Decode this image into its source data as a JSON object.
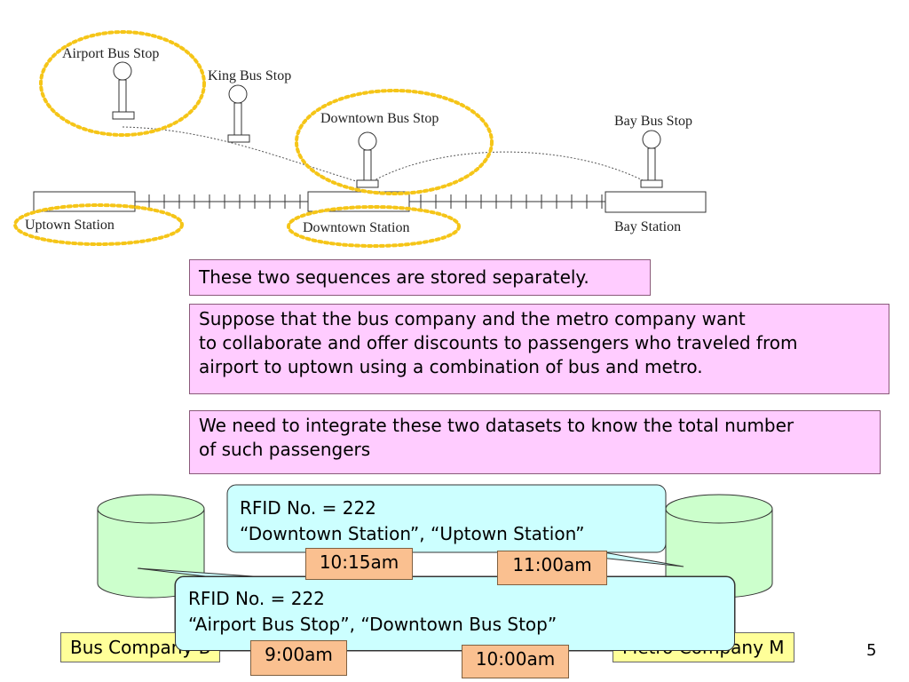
{
  "map": {
    "bus_stops": [
      "Airport Bus Stop",
      "King Bus Stop",
      "Downtown Bus Stop",
      "Bay Bus Stop"
    ],
    "stations": [
      "Uptown Station",
      "Downtown Station",
      "Bay Station"
    ]
  },
  "notes": {
    "separate": "These two sequences are stored separately.",
    "suppose_lines": [
      "Suppose that the bus company and the metro company want",
      "to collaborate and offer discounts to passengers who traveled from",
      "airport to uptown using a combination of bus and metro."
    ],
    "integrate_lines": [
      "We need to integrate these two datasets to know the total number",
      "of such passengers"
    ]
  },
  "records": {
    "metro": {
      "rfid": "RFID No. = 222",
      "stations": "“Downtown Station”, “Uptown Station”",
      "time1": "10:15am",
      "time2": "11:00am"
    },
    "bus": {
      "rfid": "RFID No. = 222",
      "stops": "“Airport Bus Stop”, “Downtown Bus Stop”",
      "time1": "9:00am",
      "time2": "10:00am"
    }
  },
  "companies": {
    "bus": "Bus Company B",
    "metro": "Metro Company M"
  },
  "page_number": "5",
  "colors": {
    "highlight": "#f5c518",
    "pink": "#ffccff",
    "callout": "#ccffff",
    "time": "#fac090",
    "company": "#ffff99",
    "database": "#ccffcc"
  }
}
